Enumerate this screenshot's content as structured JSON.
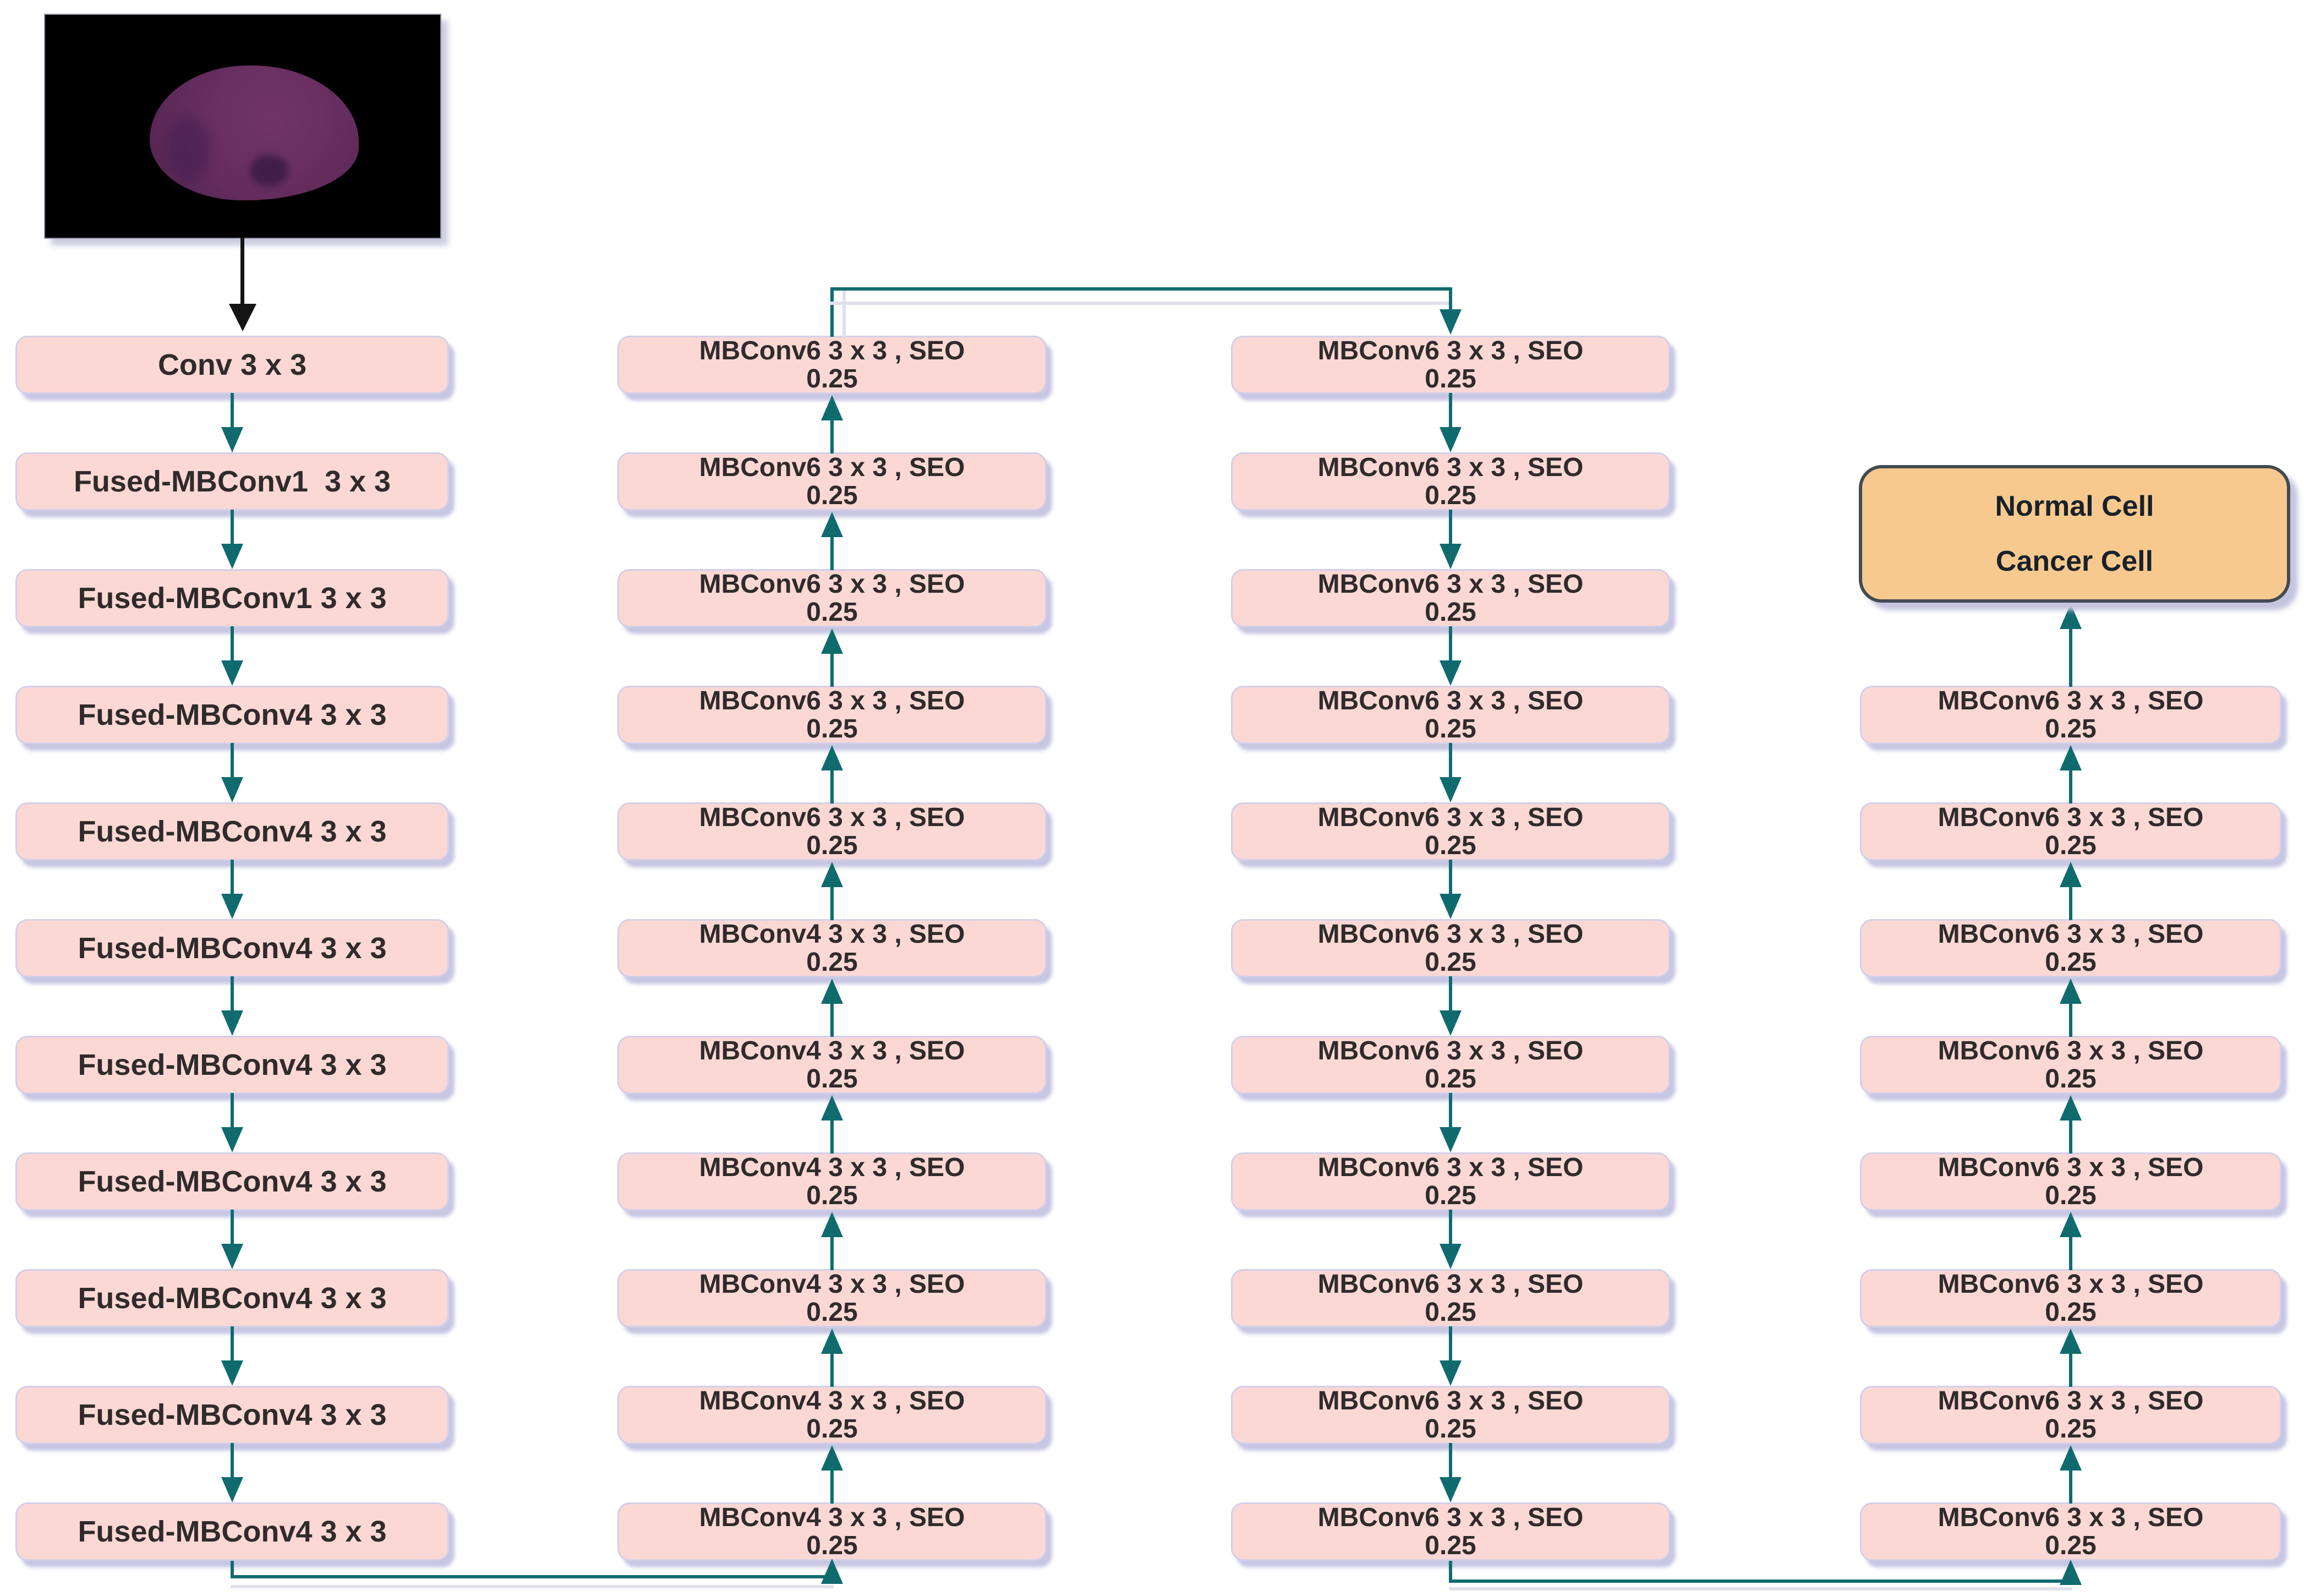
{
  "colors": {
    "block_fill": "#fcd8d5",
    "block_border": "#d3cfe8",
    "block_shadow": "#c7c6e3",
    "flow_arrow_teal": "#0f6b6e",
    "input_arrow_black": "#141414",
    "result_fill": "#f8c98e",
    "result_border": "#434a52",
    "block_text": "#302b2b",
    "micrograph_background": "#000000",
    "cell_body_purple": "#682f60"
  },
  "input": {
    "micrograph_icon": "stained-cell-micrograph"
  },
  "columns": [
    {
      "name": "stage-a",
      "flow": "down",
      "blocks": [
        {
          "label": "Conv 3 x 3"
        },
        {
          "label": "Fused-MBConv1  3 x 3"
        },
        {
          "label": "Fused-MBConv1 3 x 3"
        },
        {
          "label": "Fused-MBConv4 3 x 3"
        },
        {
          "label": "Fused-MBConv4 3 x 3"
        },
        {
          "label": "Fused-MBConv4 3 x 3"
        },
        {
          "label": "Fused-MBConv4 3 x 3"
        },
        {
          "label": "Fused-MBConv4 3 x 3"
        },
        {
          "label": "Fused-MBConv4 3 x 3"
        },
        {
          "label": "Fused-MBConv4 3 x 3"
        },
        {
          "label": "Fused-MBConv4 3 x 3"
        }
      ]
    },
    {
      "name": "stage-b",
      "flow": "up",
      "blocks": [
        {
          "line1": "MBConv6 3 x 3 , SEO",
          "line2": "0.25"
        },
        {
          "line1": "MBConv6 3 x 3 , SEO",
          "line2": "0.25"
        },
        {
          "line1": "MBConv6 3 x 3 , SEO",
          "line2": "0.25"
        },
        {
          "line1": "MBConv6 3 x 3 , SEO",
          "line2": "0.25"
        },
        {
          "line1": "MBConv6 3 x 3 , SEO",
          "line2": "0.25"
        },
        {
          "line1": "MBConv4 3 x 3 , SEO",
          "line2": "0.25"
        },
        {
          "line1": "MBConv4 3 x 3 , SEO",
          "line2": "0.25"
        },
        {
          "line1": "MBConv4 3 x 3 , SEO",
          "line2": "0.25"
        },
        {
          "line1": "MBConv4 3 x 3 , SEO",
          "line2": "0.25"
        },
        {
          "line1": "MBConv4 3 x 3 , SEO",
          "line2": "0.25"
        },
        {
          "line1": "MBConv4 3 x 3 , SEO",
          "line2": "0.25"
        }
      ]
    },
    {
      "name": "stage-c",
      "flow": "down",
      "blocks": [
        {
          "line1": "MBConv6 3 x 3 , SEO",
          "line2": "0.25"
        },
        {
          "line1": "MBConv6 3 x 3 , SEO",
          "line2": "0.25"
        },
        {
          "line1": "MBConv6 3 x 3 , SEO",
          "line2": "0.25"
        },
        {
          "line1": "MBConv6 3 x 3 , SEO",
          "line2": "0.25"
        },
        {
          "line1": "MBConv6 3 x 3 , SEO",
          "line2": "0.25"
        },
        {
          "line1": "MBConv6 3 x 3 , SEO",
          "line2": "0.25"
        },
        {
          "line1": "MBConv6 3 x 3 , SEO",
          "line2": "0.25"
        },
        {
          "line1": "MBConv6 3 x 3 , SEO",
          "line2": "0.25"
        },
        {
          "line1": "MBConv6 3 x 3 , SEO",
          "line2": "0.25"
        },
        {
          "line1": "MBConv6 3 x 3 , SEO",
          "line2": "0.25"
        },
        {
          "line1": "MBConv6 3 x 3 , SEO",
          "line2": "0.25"
        }
      ]
    },
    {
      "name": "stage-d",
      "flow": "up",
      "blocks": [
        {
          "line1": "MBConv6 3 x 3 , SEO",
          "line2": "0.25"
        },
        {
          "line1": "MBConv6 3 x 3 , SEO",
          "line2": "0.25"
        },
        {
          "line1": "MBConv6 3 x 3 , SEO",
          "line2": "0.25"
        },
        {
          "line1": "MBConv6 3 x 3 , SEO",
          "line2": "0.25"
        },
        {
          "line1": "MBConv6 3 x 3 , SEO",
          "line2": "0.25"
        },
        {
          "line1": "MBConv6 3 x 3 , SEO",
          "line2": "0.25"
        },
        {
          "line1": "MBConv6 3 x 3 , SEO",
          "line2": "0.25"
        },
        {
          "line1": "MBConv6 3 x 3 , SEO",
          "line2": "0.25"
        }
      ]
    },
    {
      "name": "result",
      "flow": "none",
      "blocks": []
    }
  ],
  "result_box": {
    "labels": [
      "Normal Cell",
      "Cancer Cell"
    ]
  }
}
